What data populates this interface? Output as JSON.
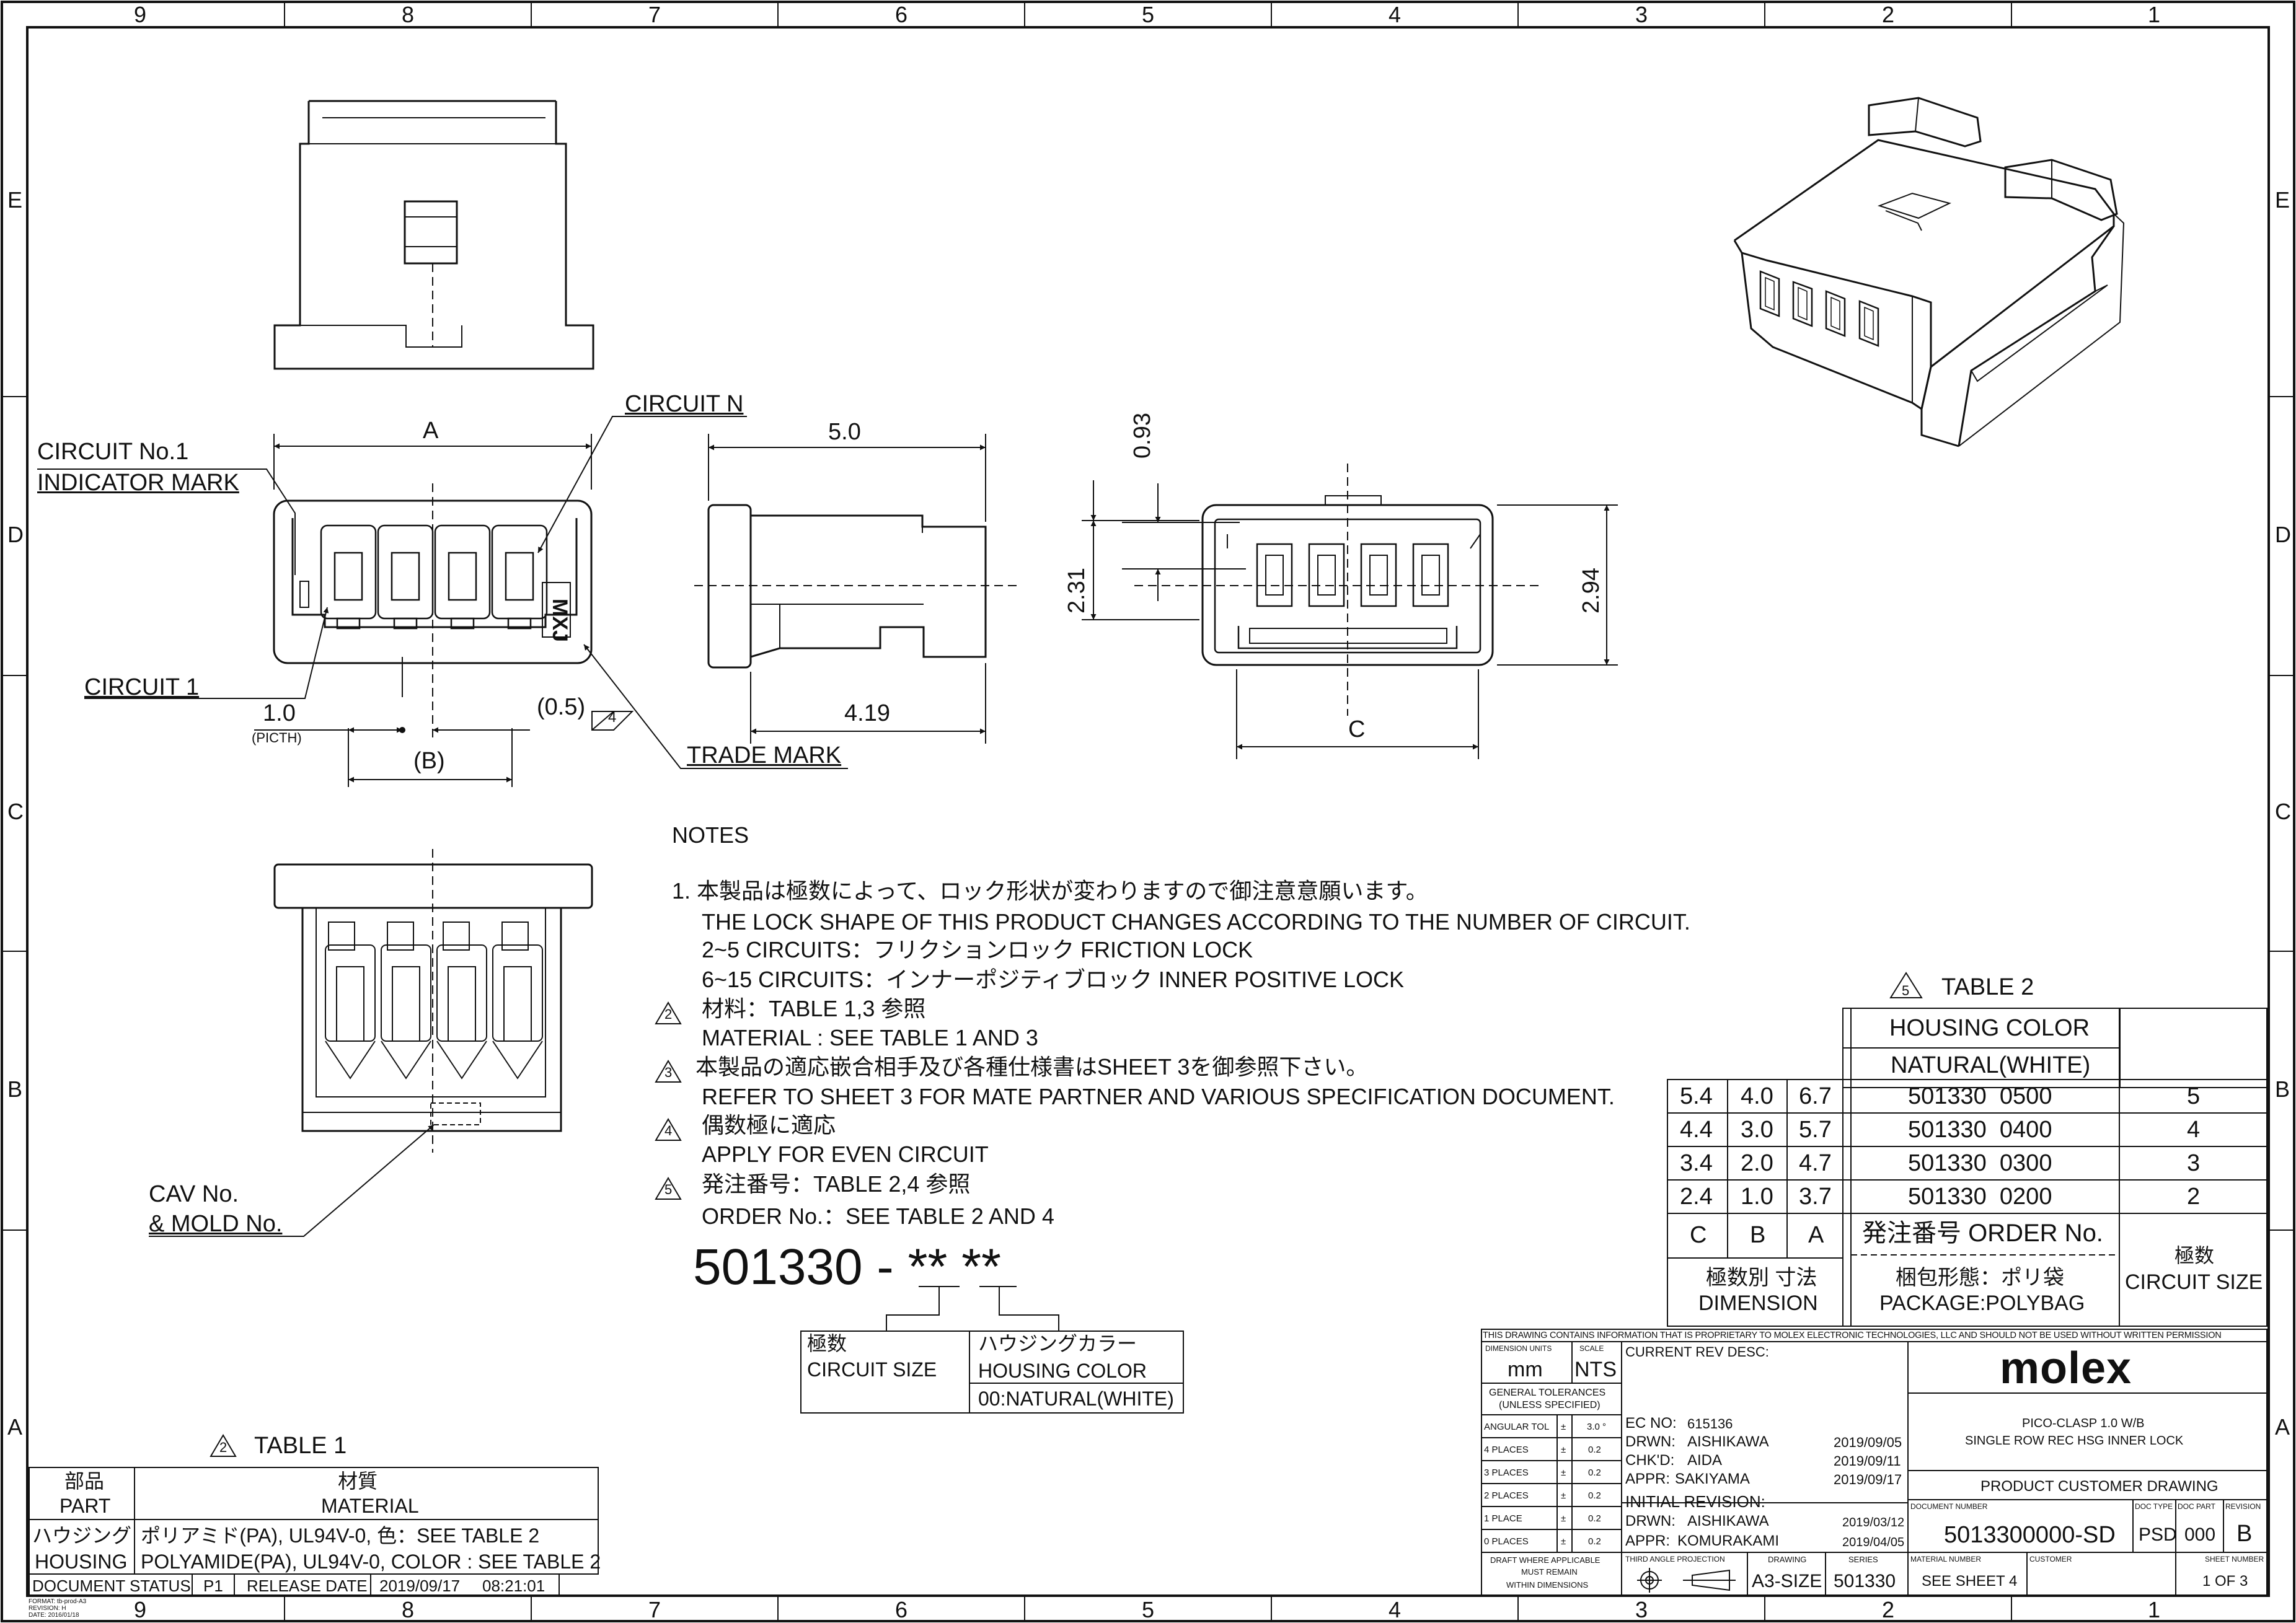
{
  "border": {
    "columns": [
      "9",
      "8",
      "7",
      "6",
      "5",
      "4",
      "3",
      "2",
      "1"
    ],
    "rows": [
      "E",
      "D",
      "C",
      "B",
      "A"
    ]
  },
  "views": {
    "circuit_no1_label_line1": "CIRCUIT No.1",
    "circuit_no1_label_line2": "INDICATOR MARK",
    "circuit_n_label": "CIRCUIT N",
    "circuit_1_label": "CIRCUIT 1",
    "trade_mark_label": "TRADE MARK",
    "cav_label_line1": "CAV No.",
    "cav_label_line2": "& MOLD No.",
    "mark_text": "MXJ",
    "dim_a": "A",
    "dim_b": "(B)",
    "dim_c": "C",
    "dim_pitch": "1.0",
    "dim_pitch_note": "(PICTH)",
    "dim_half": "(0.5)",
    "dim_half_flag": "4",
    "dim_5_0": "5.0",
    "dim_4_19": "4.19",
    "dim_0_93": "0.93",
    "dim_2_31": "2.31",
    "dim_2_94": "2.94"
  },
  "notes": {
    "heading": "NOTES",
    "n1_jp": "1. 本製品は極数によって、ロック形状が変わりますので御注意意願います。",
    "n1_en": "THE LOCK SHAPE OF THIS PRODUCT CHANGES ACCORDING TO THE NUMBER OF CIRCUIT.",
    "n1_a": "2~5 CIRCUITS：フリクションロック FRICTION LOCK",
    "n1_b": "6~15 CIRCUITS：インナーポジティブロック INNER POSITIVE LOCK",
    "n2_flag": "2",
    "n2_jp": "材料：TABLE 1,3 参照",
    "n2_en": "MATERIAL : SEE TABLE 1 AND 3",
    "n3_flag": "3",
    "n3_jp": "本製品の適応嵌合相手及び各種仕様書はSHEET 3を御参照下さい。",
    "n3_en": "REFER TO SHEET 3 FOR MATE PARTNER AND VARIOUS SPECIFICATION DOCUMENT.",
    "n4_flag": "4",
    "n4_jp": "偶数極に適応",
    "n4_en": "APPLY FOR EVEN CIRCUIT",
    "n5_flag": "5",
    "n5_jp": "発注番号：TABLE 2,4 参照",
    "n5_en": "ORDER No.：SEE TABLE 2 AND 4"
  },
  "order": {
    "pattern": "501330 - ** **",
    "size_jp": "極数",
    "size_en": "CIRCUIT SIZE",
    "color_jp": "ハウジングカラー",
    "color_en": "HOUSING COLOR",
    "color_option": "00:NATURAL(WHITE)"
  },
  "table2": {
    "flag": "5",
    "title": "TABLE 2",
    "housing_color": "HOUSING COLOR",
    "natural": "NATURAL(WHITE)",
    "rows": [
      {
        "c": "5.4",
        "b": "4.0",
        "a": "6.7",
        "order": "501330  0500",
        "size": "5"
      },
      {
        "c": "4.4",
        "b": "3.0",
        "a": "5.7",
        "order": "501330  0400",
        "size": "4"
      },
      {
        "c": "3.4",
        "b": "2.0",
        "a": "4.7",
        "order": "501330  0300",
        "size": "3"
      },
      {
        "c": "2.4",
        "b": "1.0",
        "a": "3.7",
        "order": "501330  0200",
        "size": "2"
      }
    ],
    "h_c": "C",
    "h_b": "B",
    "h_a": "A",
    "h_order": "発注番号 ORDER No.",
    "h_package_jp": "梱包形態：ポリ袋",
    "h_package_en": "PACKAGE:POLYBAG",
    "h_dim_jp": "極数別 寸法",
    "h_dim_en": "DIMENSION",
    "h_size_jp": "極数",
    "h_size_en": "CIRCUIT SIZE"
  },
  "table1": {
    "flag": "2",
    "title": "TABLE 1",
    "part_jp": "部品",
    "part_en": "PART",
    "material_jp": "材質",
    "material_en": "MATERIAL",
    "housing_jp": "ハウジング",
    "housing_en": "HOUSING",
    "mat_jp": "ポリアミド(PA), UL94V-0, 色：SEE TABLE 2",
    "mat_en": "POLYAMIDE(PA), UL94V-0, COLOR : SEE TABLE 2"
  },
  "status": {
    "label": "DOCUMENT STATUS",
    "value": "P1",
    "release_label": "RELEASE DATE",
    "date": "2019/09/17",
    "time": "08:21:01"
  },
  "format_info": {
    "line1": "FORMAT: tb-prod-A3",
    "line2": "REVISION: H",
    "line3": "DATE: 2016/01/18"
  },
  "title_block": {
    "proprietary": "THIS DRAWING CONTAINS INFORMATION THAT IS PROPRIETARY TO MOLEX ELECTRONIC TECHNOLOGIES, LLC AND SHOULD NOT BE USED WITHOUT WRITTEN PERMISSION",
    "units_label": "DIMENSION UNITS",
    "scale_label": "SCALE",
    "units": "mm",
    "scale": "NTS",
    "gen_tol_1": "GENERAL TOLERANCES",
    "gen_tol_2": "(UNLESS SPECIFIED)",
    "angular": "ANGULAR TOL",
    "pm": "±",
    "angular_val": "3.0 °",
    "tol_rows": [
      {
        "label": "4 PLACES",
        "val": "0.2"
      },
      {
        "label": "3 PLACES",
        "val": "0.2"
      },
      {
        "label": "2 PLACES",
        "val": "0.2"
      },
      {
        "label": "1 PLACE",
        "val": "0.2"
      },
      {
        "label": "0 PLACES",
        "val": "0.2"
      }
    ],
    "draft_1": "DRAFT WHERE APPLICABLE",
    "draft_2": "MUST REMAIN",
    "draft_3": "WITHIN DIMENSIONS",
    "current_rev": "CURRENT REV DESC:",
    "ec_no": "EC NO:",
    "ec_val": "615136",
    "drwn": "DRWN:",
    "drwn_name": "AISHIKAWA",
    "drwn_date": "2019/09/05",
    "chkd": "CHK'D:",
    "chkd_name": "AIDA",
    "chkd_date": "2019/09/11",
    "appr": "APPR:",
    "appr_name": "SAKIYAMA",
    "appr_date": "2019/09/17",
    "initial_rev": "INITIAL REVISION:",
    "i_drwn_name": "AISHIKAWA",
    "i_drwn_date": "2019/03/12",
    "i_appr_name": "KOMURAKAMI",
    "i_appr_date": "2019/04/05",
    "third_angle": "THIRD ANGLE PROJECTION",
    "drawing_label": "DRAWING",
    "drawing_size": "A3-SIZE",
    "series_label": "SERIES",
    "series": "501330",
    "logo": "molex",
    "title_1": "PICO-CLASP 1.0 W/B",
    "title_2": "SINGLE ROW REC HSG INNER LOCK",
    "drawing_type": "PRODUCT CUSTOMER DRAWING",
    "doc_num_label": "DOCUMENT NUMBER",
    "doc_type_label": "DOC TYPE",
    "doc_part_label": "DOC PART",
    "revision_label": "REVISION",
    "doc_num": "5013300000-SD",
    "doc_type": "PSD",
    "doc_part": "000",
    "revision": "B",
    "material_number_label": "MATERIAL NUMBER",
    "customer_label": "CUSTOMER",
    "sheet_number_label": "SHEET NUMBER",
    "material_number": "SEE SHEET 4",
    "sheet": "1 OF 3"
  }
}
